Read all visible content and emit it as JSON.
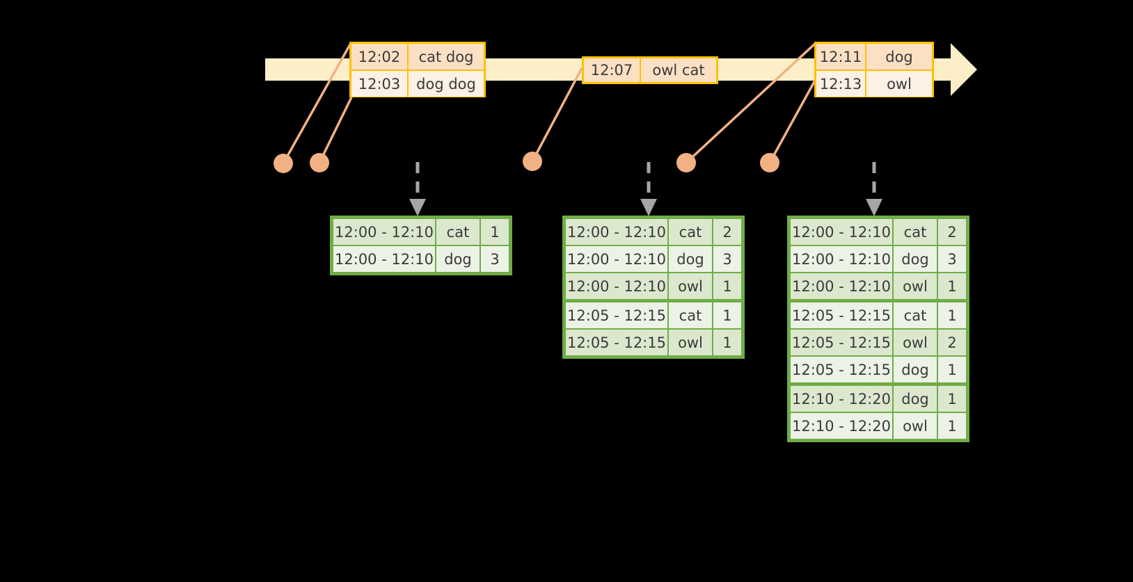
{
  "timeline": {
    "name": "event-stream-timeline",
    "direction": "left-to-right",
    "arrow_color": "#FCEFC7"
  },
  "events": [
    {
      "id": "event-group-1",
      "rows": [
        {
          "time": "12:02",
          "words": "cat dog"
        },
        {
          "time": "12:03",
          "words": "dog dog"
        }
      ]
    },
    {
      "id": "event-group-2",
      "rows": [
        {
          "time": "12:07",
          "words": "owl cat"
        }
      ]
    },
    {
      "id": "event-group-3",
      "rows": [
        {
          "time": "12:11",
          "words": "dog"
        },
        {
          "time": "12:13",
          "words": "owl"
        }
      ]
    }
  ],
  "tables": [
    {
      "id": "result-table-1",
      "rows": [
        {
          "range": "12:00 - 12:10",
          "word": "cat",
          "count": "1"
        },
        {
          "range": "12:00 - 12:10",
          "word": "dog",
          "count": "3"
        }
      ]
    },
    {
      "id": "result-table-2",
      "rows": [
        {
          "range": "12:00 - 12:10",
          "word": "cat",
          "count": "2"
        },
        {
          "range": "12:00 - 12:10",
          "word": "dog",
          "count": "3"
        },
        {
          "range": "12:00 - 12:10",
          "word": "owl",
          "count": "1"
        },
        {
          "range": "12:05 - 12:15",
          "word": "cat",
          "count": "1"
        },
        {
          "range": "12:05 - 12:15",
          "word": "owl",
          "count": "1"
        }
      ]
    },
    {
      "id": "result-table-3",
      "rows": [
        {
          "range": "12:00 - 12:10",
          "word": "cat",
          "count": "2"
        },
        {
          "range": "12:00 - 12:10",
          "word": "dog",
          "count": "3"
        },
        {
          "range": "12:00 - 12:10",
          "word": "owl",
          "count": "1"
        },
        {
          "range": "12:05 - 12:15",
          "word": "cat",
          "count": "1"
        },
        {
          "range": "12:05 - 12:15",
          "word": "owl",
          "count": "2"
        },
        {
          "range": "12:05 - 12:15",
          "word": "dog",
          "count": "1"
        },
        {
          "range": "12:10 - 12:20",
          "word": "dog",
          "count": "1"
        },
        {
          "range": "12:10 - 12:20",
          "word": "owl",
          "count": "1"
        }
      ]
    }
  ],
  "colors": {
    "timeline_fill": "#FCEFC7",
    "event_border": "#FFC000",
    "event_row_dark": "#FBE0C4",
    "event_row_light": "#FDF0E4",
    "table_border": "#70AD47",
    "table_row_shade": "#DCE8CE",
    "table_row_plain": "#EDF2E6",
    "connector": "#F2B183",
    "dot": "#F2B183",
    "trigger_arrow": "#A6A6A6",
    "background": "#000000"
  }
}
